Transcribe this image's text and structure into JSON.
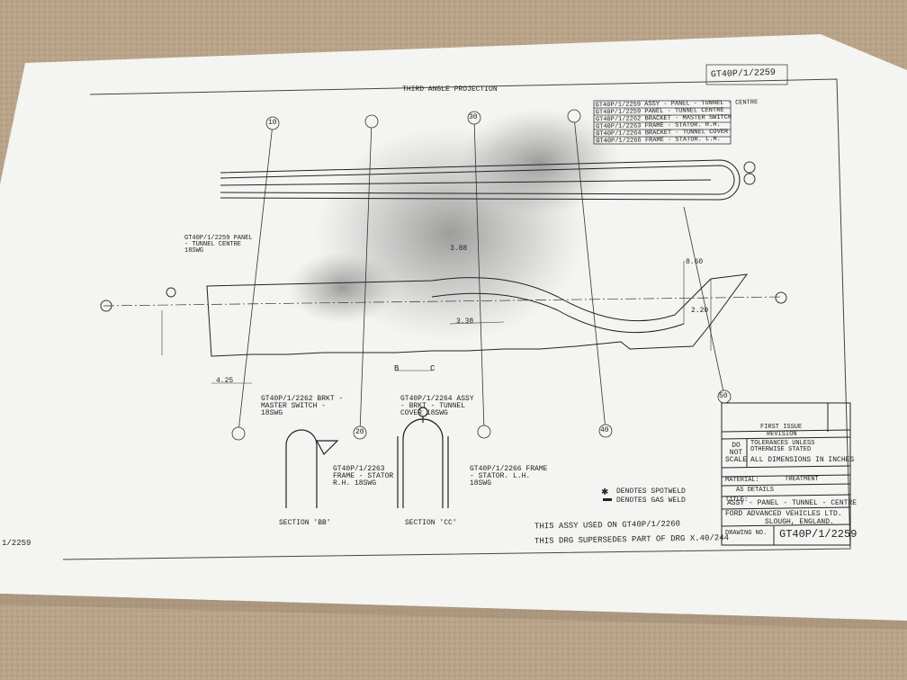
{
  "scene": {
    "description_colors": {
      "carpet": "#b9a489",
      "paper": "#f4f4f2",
      "ink": "#222222"
    }
  },
  "drawing": {
    "header": "THIRD ANGLE PROJECTION",
    "corner_ref": "GT40P/1/2259",
    "left_edge_ref": "1/2259",
    "parts_list": [
      "GT40P/1/2259  ASSY - PANEL - TUNNEL - CENTRE",
      "GT40P/1/2259  PANEL - TUNNEL CENTRE",
      "GT40P/1/2262  BRACKET - MASTER SWITCH",
      "GT40P/1/2263  FRAME - STATOR. R.H.",
      "GT40P/1/2264  BRACKET - TUNNEL COVER",
      "GT40P/1/2266  FRAME - STATOR. L.H."
    ],
    "station_numbers": [
      "10",
      "20",
      "30",
      "40",
      "50"
    ],
    "labels": {
      "panel_tunnel_centre": "GT40P/1/2259 PANEL - TUNNEL CENTRE 18SWG",
      "master_switch_label": "GT40P/1/2262 BRKT - MASTER SWITCH - 18SWG",
      "tunnel_cover_label": "GT40P/1/2264 ASSY - BRKT - TUNNEL COVER 18SWG",
      "frame_rh": "GT40P/1/2263 FRAME - STATOR R.H. 18SWG",
      "frame_lh": "GT40P/1/2266 FRAME - STATOR. L.H. 18SWG",
      "section_b": "SECTION 'BB'",
      "section_c": "SECTION 'CC'",
      "dim_bottom": "4.25",
      "dim_right": "8.60",
      "dim_ht": "2.20",
      "dim_mid": "3.38",
      "dim_top": "3.88",
      "letter_b": "B",
      "letter_c": "C",
      "legend_spotweld": "DENOTES SPOTWELD",
      "legend_gasweld": "DENOTES GAS WELD",
      "note_assy": "THIS ASSY USED ON GT40P/1/2260",
      "note_supersedes": "THIS DRG SUPERSEDES PART OF DRG X.40/244"
    },
    "title_block": {
      "issue": "FIRST ISSUE",
      "revision_label": "REVISION",
      "do_not_scale": "DO NOT SCALE",
      "tolerances": "TOLERANCES UNLESS OTHERWISE STATED",
      "dimensions_note": "ALL DIMENSIONS IN INCHES",
      "material_label": "MATERIAL:",
      "treatment_label": "TREATMENT",
      "material_value": "AS DETAILS",
      "title_label": "TITLE:",
      "title_value": "ASSY - PANEL - TUNNEL - CENTRE",
      "company": "FORD ADVANCED VEHICLES LTD.",
      "location": "SLOUGH,  ENGLAND.",
      "drawing_no_label": "DRAWING NO.",
      "drawing_no": "GT40P/1/2259"
    }
  }
}
